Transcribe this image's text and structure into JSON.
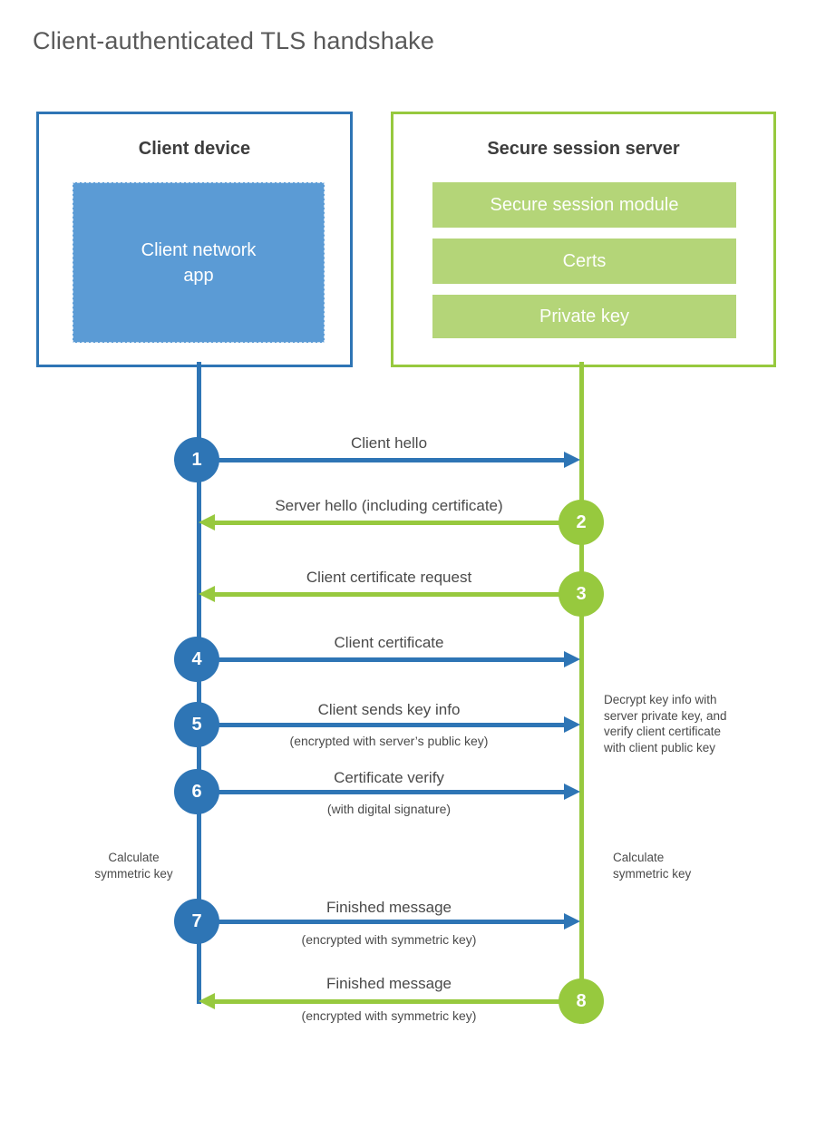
{
  "title": "Client-authenticated TLS handshake",
  "colors": {
    "blue_accent": "#2E75B5",
    "blue_fill": "#5B9BD5",
    "green_accent": "#97C93E",
    "green_fill": "#B4D578",
    "title_text": "#595959",
    "header_text": "#3d3d3d",
    "label_text": "#4a4a4a"
  },
  "client": {
    "header": "Client device",
    "app": {
      "line1": "Client network",
      "line2": "app"
    }
  },
  "server": {
    "header": "Secure session server",
    "modules": [
      "Secure session module",
      "Certs",
      "Private key"
    ]
  },
  "steps": [
    {
      "num": "1",
      "label": "Client hello",
      "sublabel": "",
      "direction": "client-to-server"
    },
    {
      "num": "2",
      "label": "Server hello (including certificate)",
      "sublabel": "",
      "direction": "server-to-client"
    },
    {
      "num": "3",
      "label": "Client certificate request",
      "sublabel": "",
      "direction": "server-to-client"
    },
    {
      "num": "4",
      "label": "Client certificate",
      "sublabel": "",
      "direction": "client-to-server"
    },
    {
      "num": "5",
      "label": "Client sends key info",
      "sublabel": "(encrypted with server’s public key)",
      "direction": "client-to-server"
    },
    {
      "num": "6",
      "label": "Certificate verify",
      "sublabel": "(with digital signature)",
      "direction": "client-to-server"
    },
    {
      "num": "7",
      "label": "Finished message",
      "sublabel": "(encrypted with symmetric key)",
      "direction": "client-to-server"
    },
    {
      "num": "8",
      "label": "Finished message",
      "sublabel": "(encrypted with symmetric key)",
      "direction": "server-to-client"
    }
  ],
  "notes": {
    "decrypt": {
      "lines": [
        "Decrypt key info with",
        "server private key, and",
        "verify client certificate",
        "with client public key"
      ]
    },
    "calc_left": {
      "line1": "Calculate",
      "line2": "symmetric key"
    },
    "calc_right": {
      "line1": "Calculate",
      "line2": "symmetric key"
    }
  }
}
